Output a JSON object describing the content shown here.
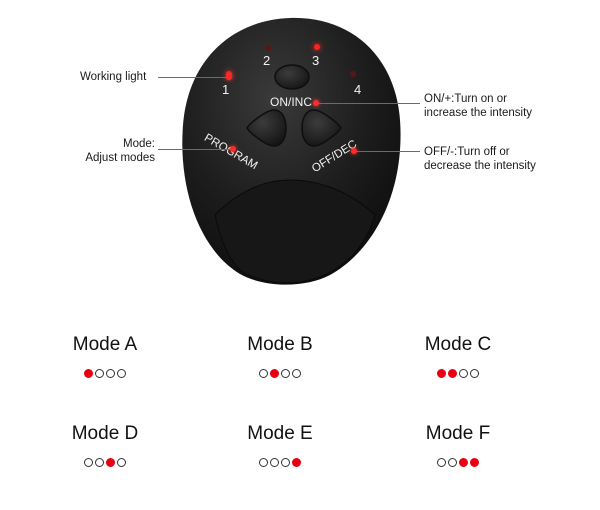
{
  "device": {
    "light_numbers": [
      "1",
      "2",
      "3",
      "4"
    ],
    "buttons": {
      "on_inc": "ON/INC",
      "program": "PROGRAM",
      "off_dec": "OFF/DEC"
    },
    "lights_state": [
      true,
      false,
      true,
      false
    ]
  },
  "annotations": {
    "working_light": "Working light",
    "mode_line1": "Mode:",
    "mode_line2": "Adjust modes",
    "on_line1": "ON/+:Turn on or",
    "on_line2": "increase the intensity",
    "off_line1": "OFF/-:Turn off or",
    "off_line2": "decrease the intensity"
  },
  "modes": [
    {
      "name": "Mode A",
      "lights": [
        true,
        false,
        false,
        false
      ]
    },
    {
      "name": "Mode B",
      "lights": [
        false,
        true,
        false,
        false
      ]
    },
    {
      "name": "Mode C",
      "lights": [
        true,
        true,
        false,
        false
      ]
    },
    {
      "name": "Mode D",
      "lights": [
        false,
        false,
        true,
        false
      ]
    },
    {
      "name": "Mode E",
      "lights": [
        false,
        false,
        false,
        true
      ]
    },
    {
      "name": "Mode F",
      "lights": [
        false,
        false,
        true,
        true
      ]
    }
  ],
  "colors": {
    "accent": "#e80012",
    "device_body": "#1c1c1c",
    "annotation_line": "#e0393a"
  }
}
